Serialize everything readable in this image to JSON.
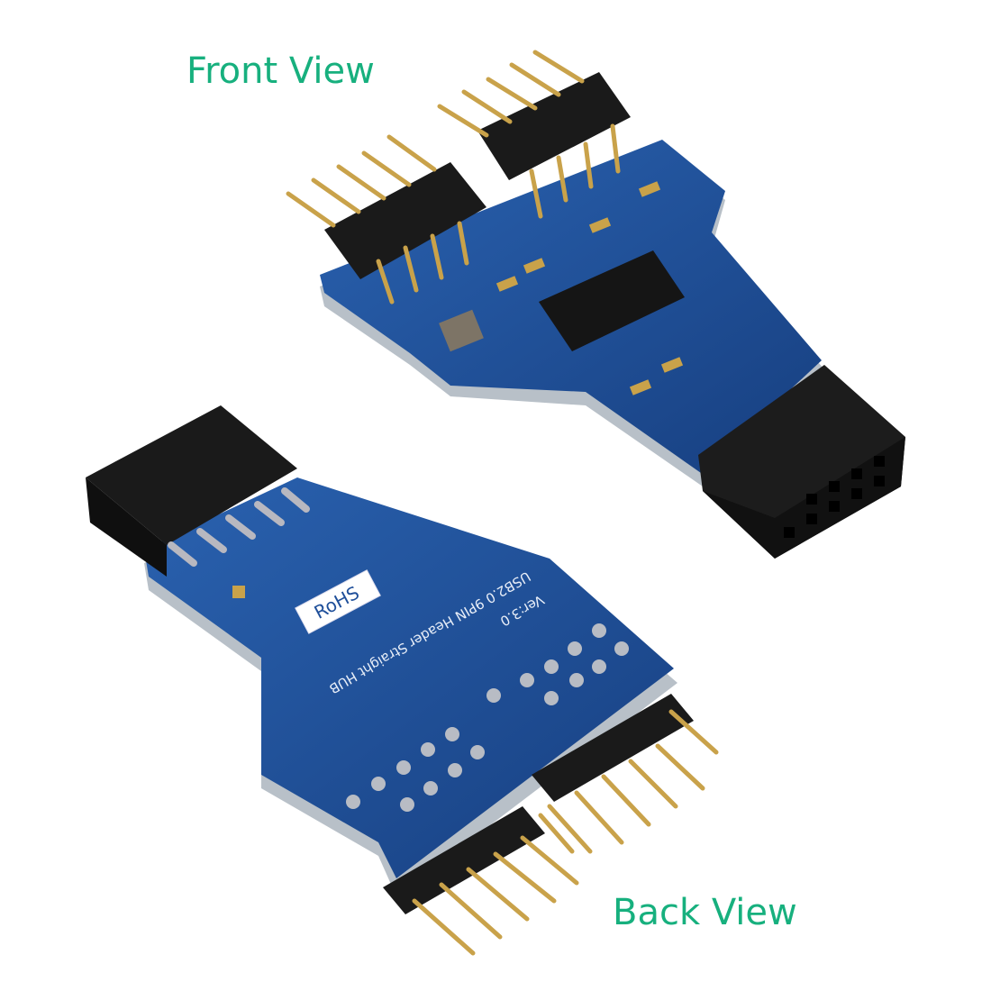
{
  "captions": {
    "front": "Front View",
    "back": "Back View"
  },
  "board_silkscreen": {
    "title": "USB2.0 9PIN Header Straight HUB",
    "version": "Ver:3.0",
    "rohs": "RoHS"
  },
  "colors": {
    "caption": "#17b07e",
    "pcb": "#1f4f9a",
    "header": "#1a1a1a",
    "pin": "#c9a24a"
  }
}
